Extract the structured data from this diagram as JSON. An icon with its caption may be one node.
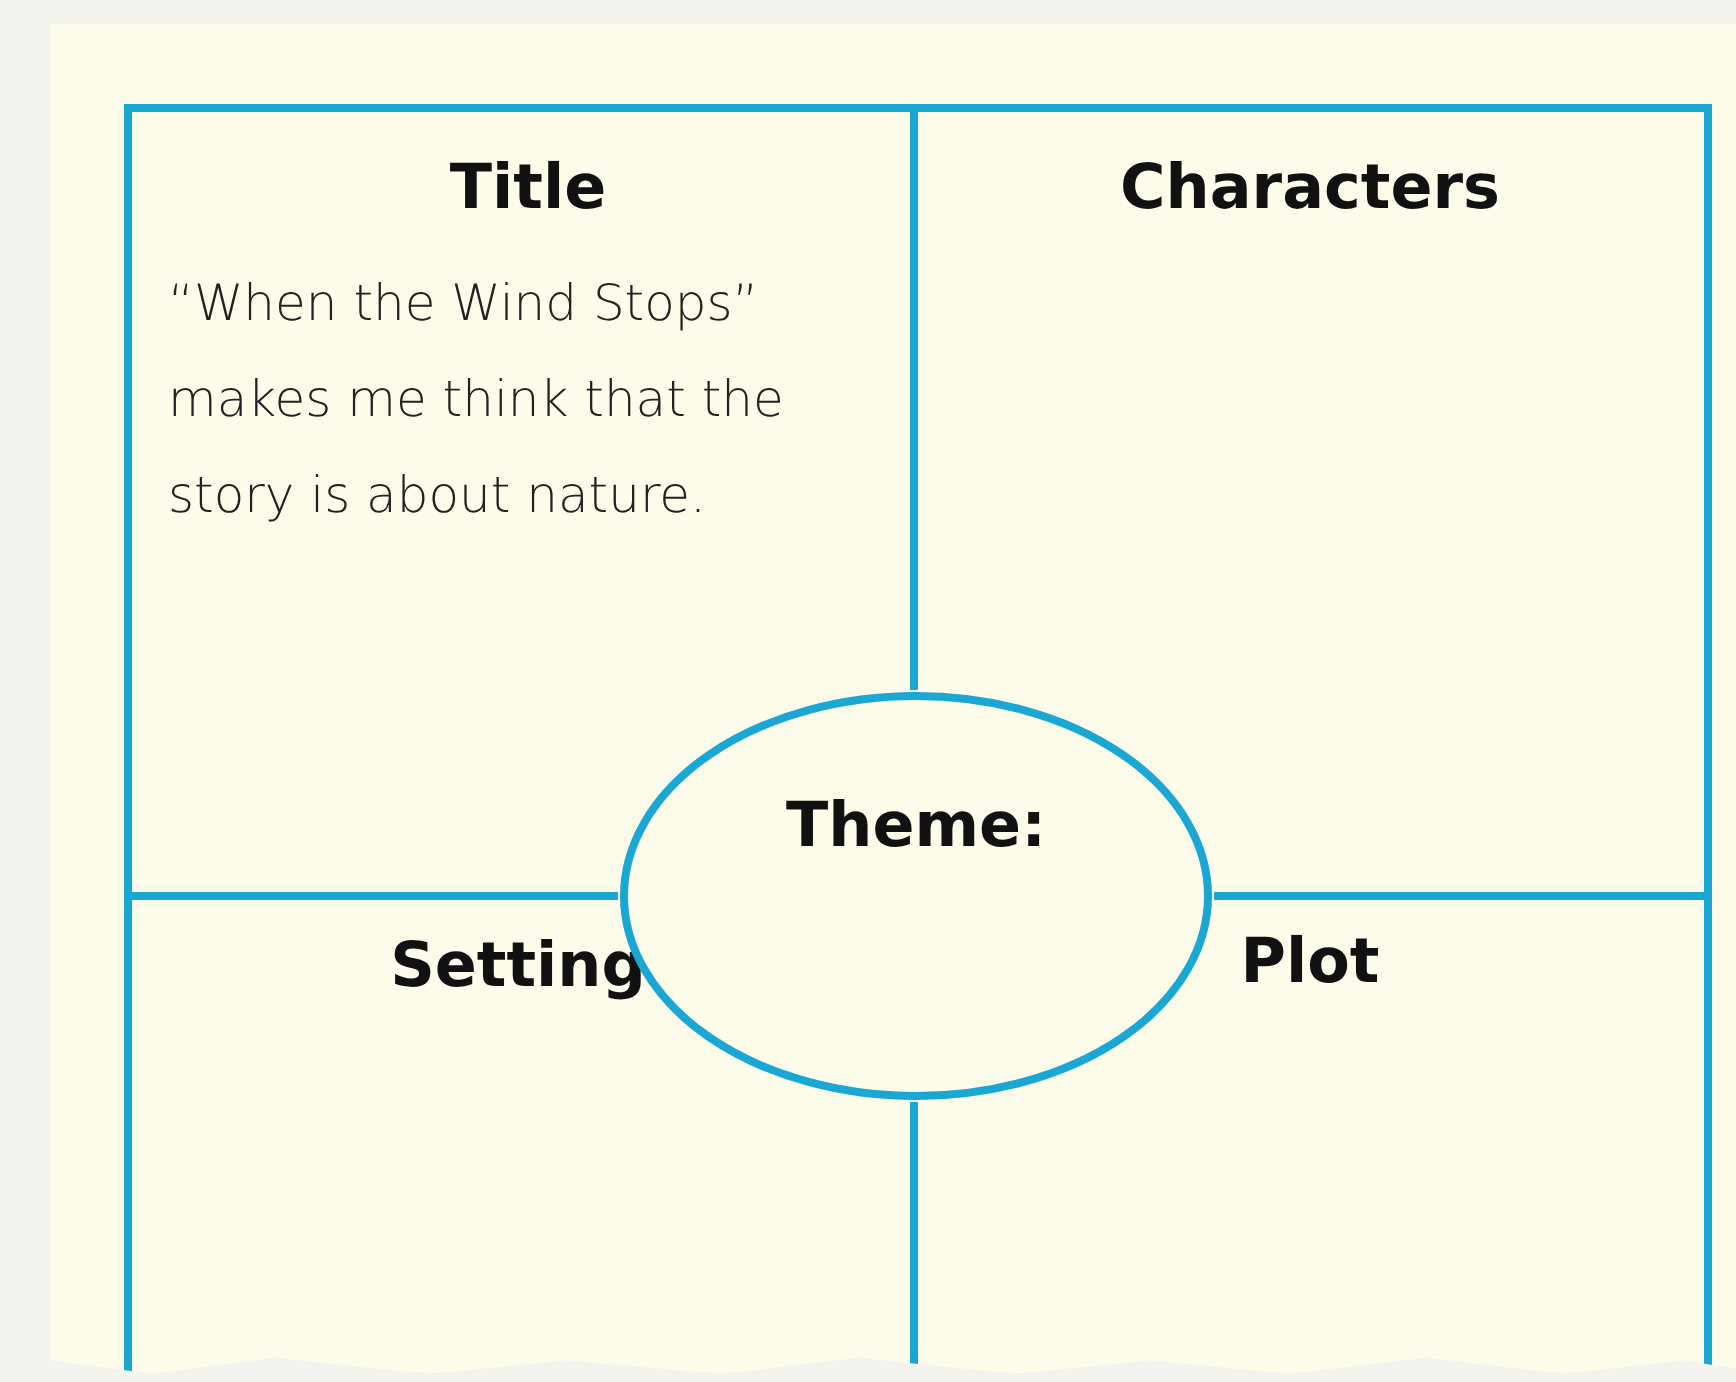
{
  "diagram": {
    "nodes": [
      {
        "text": [
          "Title",
          "“When the Wind Stops” makes me think that the story is about nature."
        ]
      },
      {
        "text": [
          "Characters"
        ]
      },
      {
        "text": [
          "Setting"
        ]
      },
      {
        "text": [
          "Plot"
        ]
      },
      {
        "text": [
          "Theme:"
        ]
      }
    ]
  }
}
